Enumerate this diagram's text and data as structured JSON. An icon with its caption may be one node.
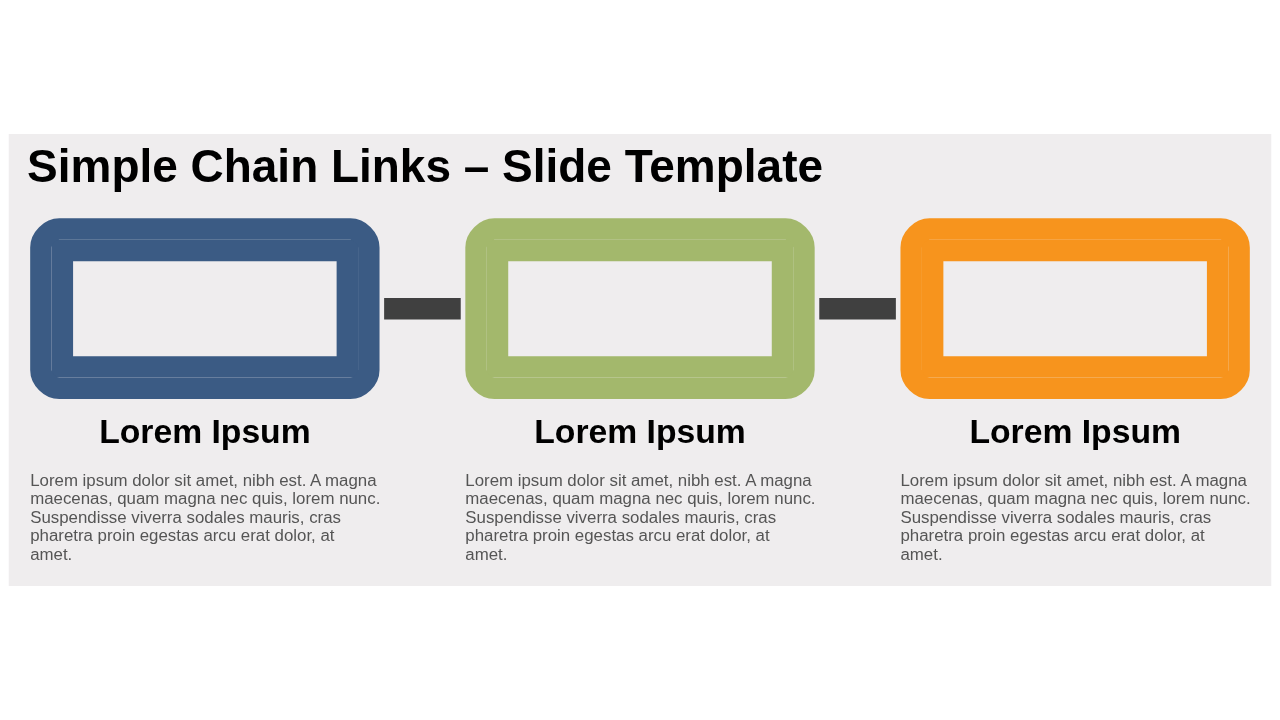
{
  "diagram": {
    "title": "Simple Chain Links – Slide Template",
    "nodes": [
      {
        "text": [
          "Lorem Ipsum",
          "Lorem ipsum dolor sit amet, nibh est. A magna maecenas, quam magna nec quis, lorem nunc. Suspendisse viverra sodales mauris, cras pharetra proin egestas arcu erat dolor, at amet."
        ]
      },
      {
        "text": [
          "Lorem Ipsum",
          "Lorem ipsum dolor sit amet, nibh est. A magna maecenas, quam magna nec quis, lorem nunc. Suspendisse viverra sodales mauris, cras pharetra proin egestas arcu erat dolor, at amet."
        ]
      },
      {
        "text": [
          "Lorem Ipsum",
          "Lorem ipsum dolor sit amet, nibh est. A magna maecenas, quam magna nec quis, lorem nunc. Suspendisse viverra sodales mauris, cras pharetra proin egestas arcu erat dolor, at amet."
        ]
      }
    ],
    "edges": [
      {
        "from": 0,
        "to": 1,
        "arrow": "none"
      },
      {
        "from": 1,
        "to": 2,
        "arrow": "none"
      }
    ]
  }
}
